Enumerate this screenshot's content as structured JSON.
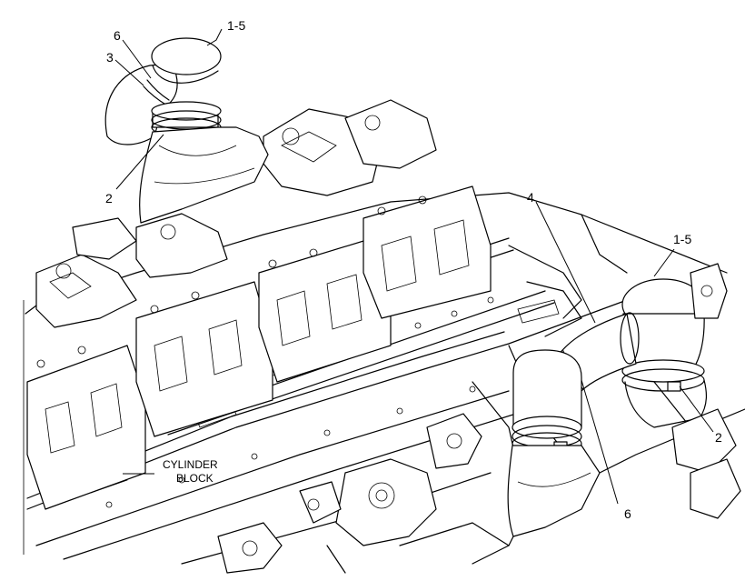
{
  "callouts": {
    "top_1_5": "1-5",
    "top_6": "6",
    "top_3": "3",
    "top_2": "2",
    "mid_4": "4",
    "right_1_5": "1-5",
    "right_2": "2",
    "bottom_6": "6"
  },
  "block_label": {
    "line1": "CYLINDER",
    "line2": "BLOCK"
  },
  "colors": {
    "line": "#000000",
    "background": "#ffffff"
  }
}
